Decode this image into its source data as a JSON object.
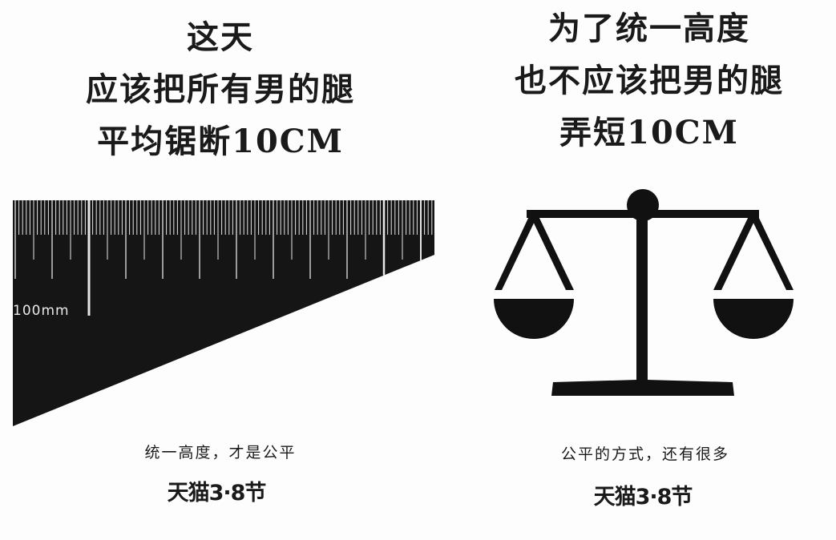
{
  "left_panel": {
    "title_lines": [
      "这天",
      "应该把所有男的腿",
      "平均锯断10CM"
    ],
    "ruler_label": "100mm",
    "caption": "统一高度，才是公平",
    "logo": "天猫3·8节"
  },
  "right_panel": {
    "title_lines": [
      "为了统一高度",
      "也不应该把男的腿",
      "弄短10CM"
    ],
    "caption": "公平的方式，还有很多",
    "logo": "天猫3·8节"
  },
  "colors": {
    "background": "#fdfdfd",
    "ink": "#151515",
    "tick": "#e8e8e8"
  }
}
